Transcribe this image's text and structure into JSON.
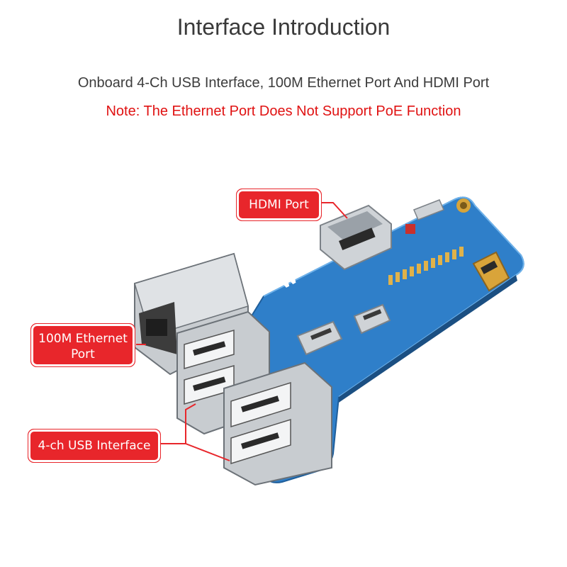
{
  "title": "Interface Introduction",
  "subtitle": "Onboard 4-Ch USB Interface, 100M Ethernet Port And HDMI Port",
  "note": "Note: The Ethernet Port Does Not Support PoE Function",
  "callouts": {
    "hdmi": "HDMI Port",
    "ethernet_line1": "100M Ethernet",
    "ethernet_line2": "Port",
    "usb": "4-ch USB Interface"
  },
  "colors": {
    "callout": "#e8262b",
    "note": "#e01212",
    "pcb": "#2f7fc9"
  }
}
